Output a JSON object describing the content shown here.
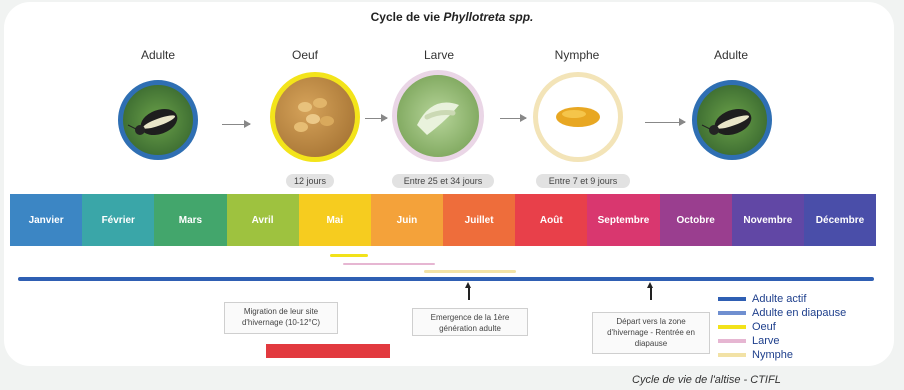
{
  "title": {
    "main": "Cycle de vie ",
    "species": "Phyllotreta spp."
  },
  "stages": [
    {
      "label": "Adulte"
    },
    {
      "label": "Oeuf"
    },
    {
      "label": "Larve"
    },
    {
      "label": "Nymphe"
    },
    {
      "label": "Adulte"
    }
  ],
  "durations": [
    "12 jours",
    "Entre 25 et 34 jours",
    "Entre 7 et 9 jours"
  ],
  "months": [
    {
      "label": "Janvier",
      "color": "#3c86c4"
    },
    {
      "label": "Février",
      "color": "#3aa6a8"
    },
    {
      "label": "Mars",
      "color": "#43a66c"
    },
    {
      "label": "Avril",
      "color": "#9ec23f"
    },
    {
      "label": "Mai",
      "color": "#f6cc1f"
    },
    {
      "label": "Juin",
      "color": "#f4a23a"
    },
    {
      "label": "Juillet",
      "color": "#ee6d3b"
    },
    {
      "label": "Août",
      "color": "#e8404a"
    },
    {
      "label": "Septembre",
      "color": "#d9376f"
    },
    {
      "label": "Octobre",
      "color": "#9a3e8f"
    },
    {
      "label": "Novembre",
      "color": "#6147a5"
    },
    {
      "label": "Décembre",
      "color": "#4a4ea9"
    }
  ],
  "notes": {
    "migration": "Migration de leur site d'hivernage (10-12°C)",
    "emergence": "Emergence de la 1ère génération adulte",
    "depart": "Départ vers la zone d'hivernage - Rentrée en diapause"
  },
  "legend": [
    {
      "label": "Adulte actif",
      "color": "#2f5fb3"
    },
    {
      "label": "Adulte en diapause",
      "color": "#6f8fd0"
    },
    {
      "label": "Oeuf",
      "color": "#f2e21a"
    },
    {
      "label": "Larve",
      "color": "#e6b6d2"
    },
    {
      "label": "Nymphe",
      "color": "#f2e2a6"
    }
  ],
  "caption": "Cycle de vie de l'altise - CTIFL"
}
